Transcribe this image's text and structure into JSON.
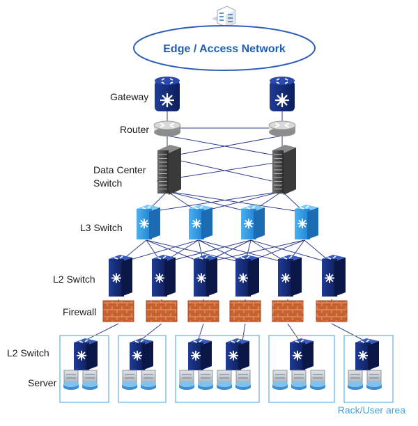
{
  "network": {
    "title": "Edge / Access Network",
    "icons": {
      "building": "building-icon",
      "gateway": "gateway-router-icon",
      "router": "router-icon",
      "dc_switch": "data-center-switch-icon",
      "l3_switch": "l3-switch-icon",
      "l2_switch": "l2-switch-icon",
      "firewall": "firewall-icon",
      "server": "server-icon"
    }
  },
  "labels": {
    "gateway": "Gateway",
    "router": "Router",
    "dc_line1": "Data Center",
    "dc_line2": "Switch",
    "l3": "L3 Switch",
    "l2": "L2 Switch",
    "firewall": "Firewall",
    "l2_bottom": "L2 Switch",
    "server": "Server",
    "rack_area": "Rack/User area"
  },
  "colors": {
    "ellipse_stroke": "#2e5fb8",
    "title": "#1f5fb5",
    "navy": "#14276e",
    "light_blue": "#2d8fdc",
    "link": "#2e3d8f",
    "rack_border": "#7cc0e6",
    "firewall": "#c0552b"
  }
}
